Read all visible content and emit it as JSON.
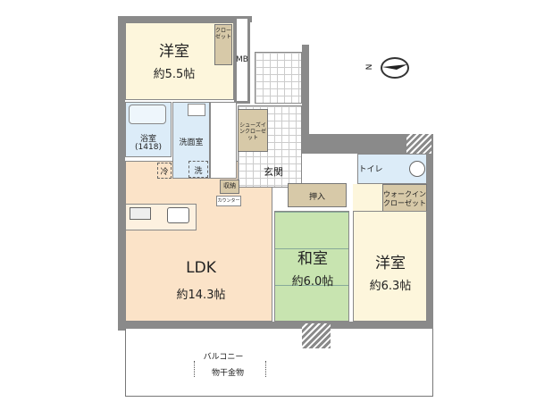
{
  "rooms": {
    "western1": {
      "name": "洋室",
      "size": "約5.5帖"
    },
    "closet1": "クローゼット",
    "mb": "MB",
    "bath": {
      "name": "浴室",
      "size": "(1418)"
    },
    "washroom": "洗面室",
    "fridge": "冷",
    "washer": "洗",
    "shoe_closet": "シューズインクローゼット",
    "entrance": "玄関",
    "storage": "収納",
    "counter": "カウンター",
    "oshiire": "押入",
    "toilet": "トイレ",
    "walkin": "ウォークインクローゼット",
    "ldk": {
      "name": "LDK",
      "size": "約14.3帖"
    },
    "japanese": {
      "name": "和室",
      "size": "約6.0帖"
    },
    "western2": {
      "name": "洋室",
      "size": "約6.3帖"
    },
    "balcony": "バルコニー",
    "drying_rack": "物干金物"
  },
  "compass": {
    "label": "N"
  },
  "colors": {
    "wall": "#8a8a8a",
    "ldk": "#fbe3c8",
    "western": "#fdf6dc",
    "japanese": "#c8e4b0",
    "bath": "#dcecf8",
    "storage": "#d7c9a8"
  }
}
